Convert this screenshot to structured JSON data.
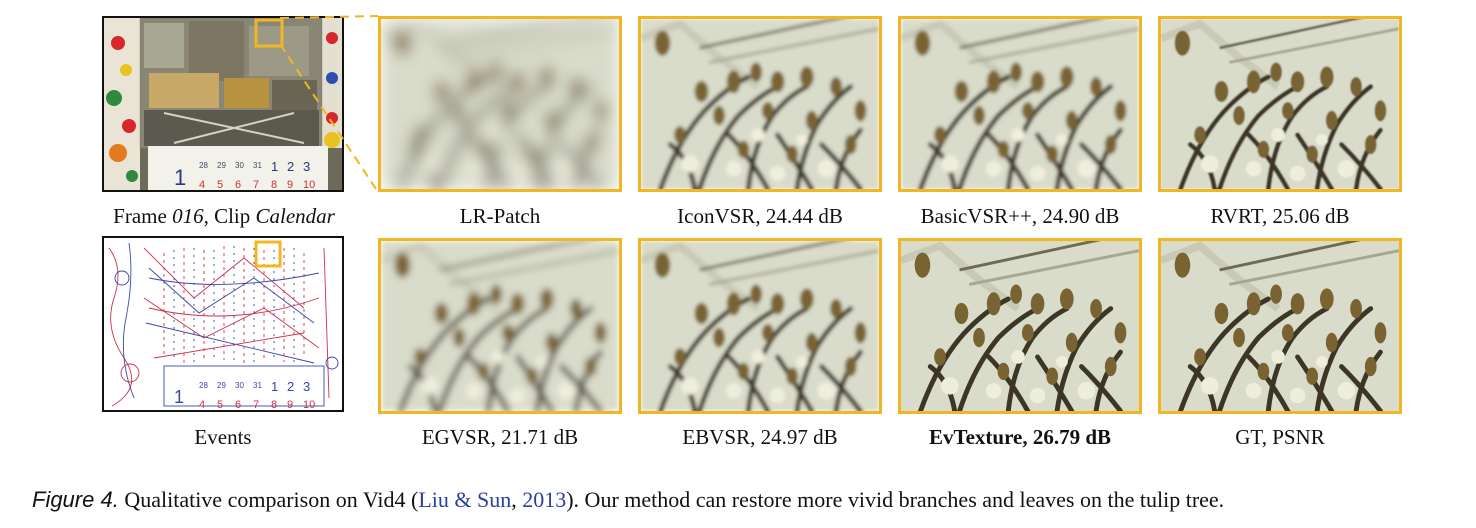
{
  "thumbnails": {
    "frame": {
      "label_prefix": "Frame ",
      "frame_id": "016",
      "label_mid": ", Clip ",
      "clip_name": "Calendar",
      "calendar_dates_row1": [
        "28",
        "29",
        "30",
        "31",
        "1",
        "2",
        "3"
      ],
      "calendar_dates_row2": [
        "4",
        "5",
        "6",
        "7",
        "8",
        "9",
        "10"
      ],
      "calendar_big_number": "1"
    },
    "events": {
      "label": "Events"
    }
  },
  "patches_row1": [
    {
      "label": "LR-Patch",
      "bold": false
    },
    {
      "label": "IconVSR, 24.44 dB",
      "bold": false
    },
    {
      "label": "BasicVSR++, 24.90 dB",
      "bold": false
    },
    {
      "label": "RVRT, 25.06 dB",
      "bold": false
    }
  ],
  "patches_row2": [
    {
      "label": "EGVSR, 21.71 dB",
      "bold": false
    },
    {
      "label": "EBVSR, 24.97 dB",
      "bold": false
    },
    {
      "label": "EvTexture, 26.79 dB",
      "bold": true
    },
    {
      "label": "GT, PSNR",
      "bold": false
    }
  ],
  "caption": {
    "figure_label": "Figure 4.",
    "text_before": " Qualitative comparison on Vid4 (",
    "cite_author": "Liu & Sun",
    "cite_sep": ", ",
    "cite_year": "2013",
    "text_after": "). Our method can restore more vivid branches and leaves on the tulip tree."
  },
  "colors": {
    "highlight": "#f0b722",
    "citation": "#2b3f9e",
    "events_red": "#d0304a",
    "events_blue": "#3548b0"
  }
}
